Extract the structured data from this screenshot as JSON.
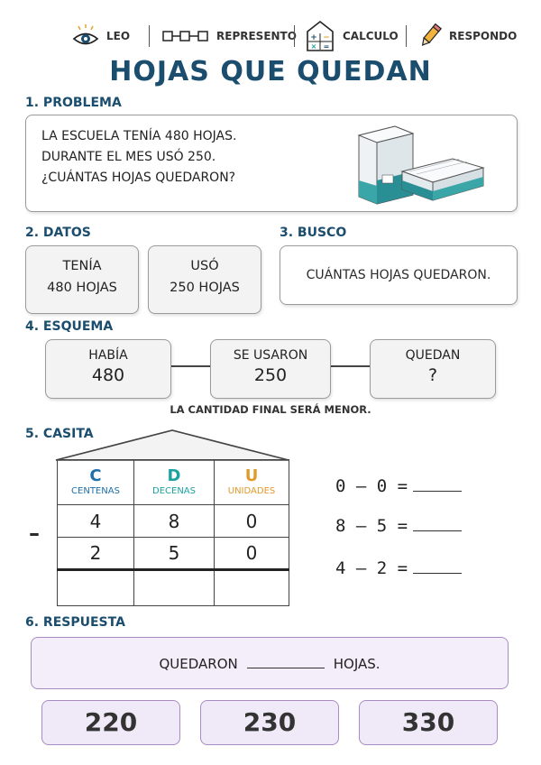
{
  "steps": [
    {
      "label": "LEO",
      "icon": "eye-icon"
    },
    {
      "label": "REPRESENTO",
      "icon": "boxes-icon"
    },
    {
      "label": "CALCULO",
      "icon": "calculator-house-icon"
    },
    {
      "label": "RESPONDO",
      "icon": "pencil-icon"
    }
  ],
  "title": "HOJAS QUE QUEDAN",
  "problem": {
    "heading": "1. PROBLEMA",
    "lines": [
      "LA ESCUELA TENÍA 480 HOJAS.",
      "DURANTE EL MES USÓ 250.",
      "¿CUÁNTAS HOJAS QUEDARON?"
    ]
  },
  "datos": {
    "heading": "2. DATOS",
    "items": [
      {
        "line1": "TENÍA",
        "line2": "480 HOJAS"
      },
      {
        "line1": "USÓ",
        "line2": "250 HOJAS"
      }
    ]
  },
  "busco": {
    "heading": "3. BUSCO",
    "text": "CUÁNTAS HOJAS QUEDARON."
  },
  "esquema": {
    "heading": "4. ESQUEMA",
    "boxes": [
      {
        "label": "HABÍA",
        "value": "480"
      },
      {
        "label": "SE USARON",
        "value": "250"
      },
      {
        "label": "QUEDAN",
        "value": "?"
      }
    ],
    "note": "LA CANTIDAD FINAL SERÁ MENOR."
  },
  "casita": {
    "heading": "5. CASITA",
    "columns": [
      {
        "letter": "C",
        "word": "CENTENAS",
        "color": "#1f6fa8"
      },
      {
        "letter": "D",
        "word": "DECENAS",
        "color": "#1aa3a0"
      },
      {
        "letter": "U",
        "word": "UNIDADES",
        "color": "#e09a2b"
      }
    ],
    "row1": [
      "4",
      "8",
      "0"
    ],
    "row2": [
      "2",
      "5",
      "0"
    ],
    "operator": "–",
    "equations": [
      "0 – 0 =",
      "8 – 5 =",
      "4 – 2 ="
    ]
  },
  "respuesta": {
    "heading": "6. RESPUESTA",
    "before": "QUEDARON",
    "after": "HOJAS.",
    "options": [
      "220",
      "230",
      "330"
    ]
  }
}
